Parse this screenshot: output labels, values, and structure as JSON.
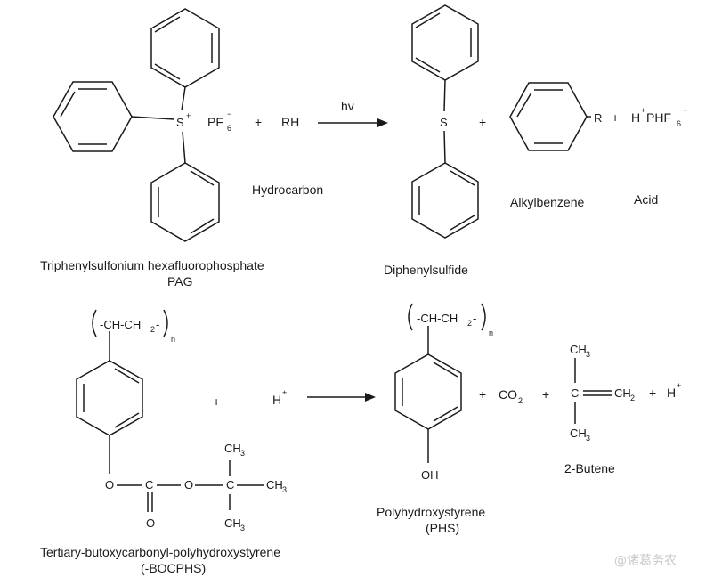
{
  "reaction1": {
    "pag_name": "Triphenylsulfonium hexafluorophosphate",
    "pag_abbr": "PAG",
    "sulfur": "S",
    "s_charge": "+",
    "pf": "PF",
    "pf_sub": "6",
    "pf_sup": "−",
    "plus": "+",
    "rh": "RH",
    "hydrocarbon": "Hydrocarbon",
    "hv": "hv",
    "product_s": "S",
    "diphenylsulfide": "Diphenylsulfide",
    "r": "R",
    "alkylbenzene": "Alkylbenzene",
    "acid_h": "H",
    "acid_h_sup": "+",
    "acid_phf": "PHF",
    "acid_sub": "6",
    "acid_sup": "+",
    "acid": "Acid"
  },
  "reaction2": {
    "polymer_unit": "-CH-CH",
    "polymer_sub": "2",
    "polymer_dash": "-",
    "n": "n",
    "o": "O",
    "c": "C",
    "ch3": "CH",
    "ch3_sub": "3",
    "h_plus": "H",
    "h_plus_sup": "+",
    "plus": "+",
    "boc_name": "Tertiary-butoxycarbonyl-polyhydroxystyrene",
    "boc_abbr": "(-BOCPHS)",
    "oh": "OH",
    "phs_name": "Polyhydroxystyrene",
    "phs_abbr": "(PHS)",
    "co2": "CO",
    "co2_sub": "2",
    "ch2": "CH",
    "ch2_sub": "2",
    "butene": "2-Butene"
  },
  "watermark": "@诸葛务农"
}
